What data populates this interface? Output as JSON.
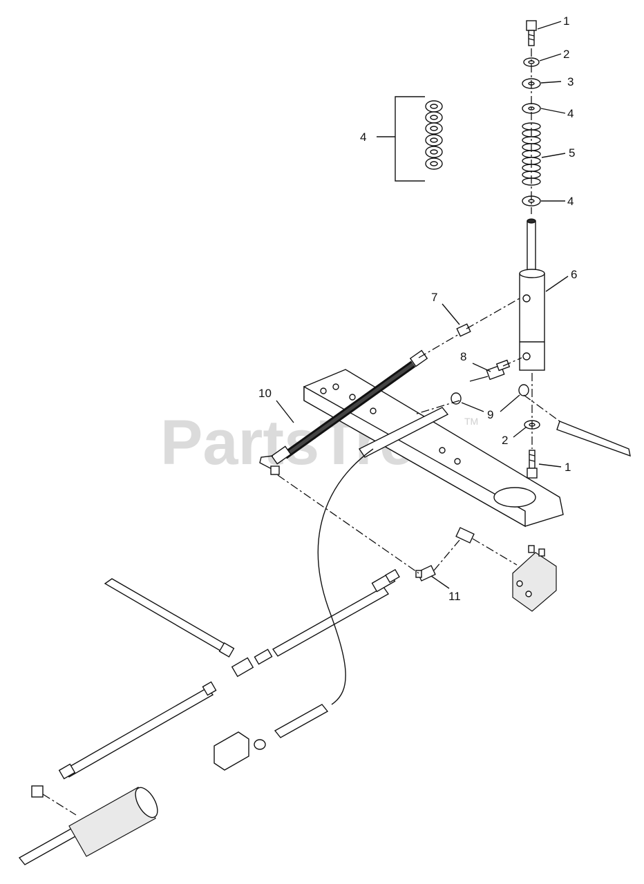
{
  "watermark": {
    "text": "PartsTree",
    "trademark": "TM"
  },
  "callouts": [
    {
      "id": "c1a",
      "label": "1"
    },
    {
      "id": "c2a",
      "label": "2"
    },
    {
      "id": "c3",
      "label": "3"
    },
    {
      "id": "c4a",
      "label": "4"
    },
    {
      "id": "c5",
      "label": "5"
    },
    {
      "id": "c4b",
      "label": "4"
    },
    {
      "id": "c4c",
      "label": "4"
    },
    {
      "id": "c6",
      "label": "6"
    },
    {
      "id": "c7",
      "label": "7"
    },
    {
      "id": "c8",
      "label": "8"
    },
    {
      "id": "c9",
      "label": "9"
    },
    {
      "id": "c10",
      "label": "10"
    },
    {
      "id": "c2b",
      "label": "2"
    },
    {
      "id": "c1b",
      "label": "1"
    },
    {
      "id": "c11",
      "label": "11"
    }
  ]
}
